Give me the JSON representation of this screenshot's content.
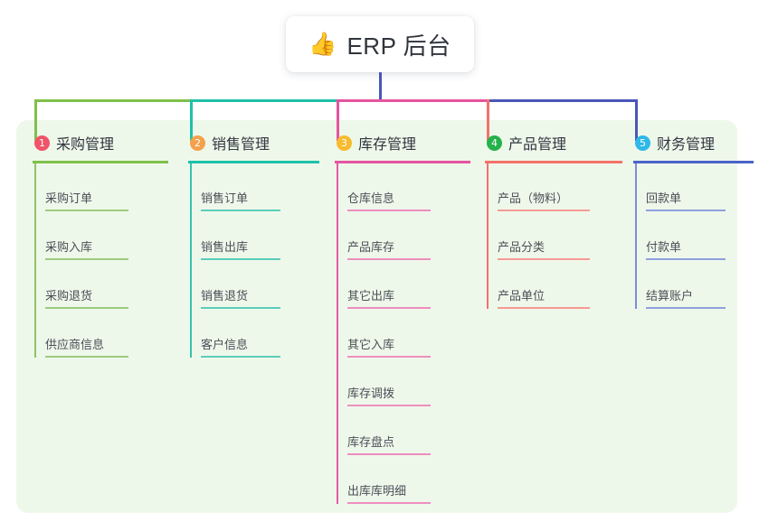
{
  "root": {
    "emoji": "👍",
    "emoji_name": "thumbs-up-icon",
    "title": "ERP 后台"
  },
  "panel": {
    "background_color": "#eef8ea"
  },
  "bus": {
    "stub_color": "#4a56b8",
    "segments": [
      {
        "color": "#7fc04a"
      },
      {
        "color": "#1ec1a8"
      },
      {
        "color": "#e6539e"
      },
      {
        "color": "#4a56b8"
      }
    ]
  },
  "columns": [
    {
      "number": "1",
      "title": "采购管理",
      "badge_color": "#f0536a",
      "rule_color": "#7fc04a",
      "spine_color": "#8cc56a",
      "leaf_color": "#9ecb7e",
      "drop_color": "#7fc04a",
      "items": [
        {
          "label": "采购订单"
        },
        {
          "label": "采购入库"
        },
        {
          "label": "采购退货"
        },
        {
          "label": "供应商信息"
        }
      ]
    },
    {
      "number": "2",
      "title": "销售管理",
      "badge_color": "#f5a04a",
      "rule_color": "#1ec1a8",
      "spine_color": "#35c4ae",
      "leaf_color": "#5bcdbb",
      "drop_color": "#1ec1a8",
      "items": [
        {
          "label": "销售订单"
        },
        {
          "label": "销售出库"
        },
        {
          "label": "销售退货"
        },
        {
          "label": "客户信息"
        }
      ]
    },
    {
      "number": "3",
      "title": "库存管理",
      "badge_color": "#f7bb2e",
      "rule_color": "#e6539e",
      "spine_color": "#e45ba2",
      "leaf_color": "#ee8ec0",
      "drop_color": "#e6539e",
      "items": [
        {
          "label": "仓库信息"
        },
        {
          "label": "产品库存"
        },
        {
          "label": "其它出库"
        },
        {
          "label": "其它入库"
        },
        {
          "label": "库存调拨"
        },
        {
          "label": "库存盘点"
        },
        {
          "label": "出库库明细"
        }
      ]
    },
    {
      "number": "4",
      "title": "产品管理",
      "badge_color": "#25b24b",
      "rule_color": "#f4726a",
      "spine_color": "#f4726a",
      "leaf_color": "#f79a94",
      "drop_color": "#f4726a",
      "items": [
        {
          "label": "产品（物料）"
        },
        {
          "label": "产品分类"
        },
        {
          "label": "产品单位"
        }
      ]
    },
    {
      "number": "5",
      "title": "财务管理",
      "badge_color": "#2eb8e8",
      "rule_color": "#4a63c8",
      "spine_color": "#7b8ed8",
      "leaf_color": "#8fa0de",
      "drop_color": "#4a56b8",
      "items": [
        {
          "label": "回款单"
        },
        {
          "label": "付款单"
        },
        {
          "label": "结算账户"
        }
      ]
    }
  ]
}
